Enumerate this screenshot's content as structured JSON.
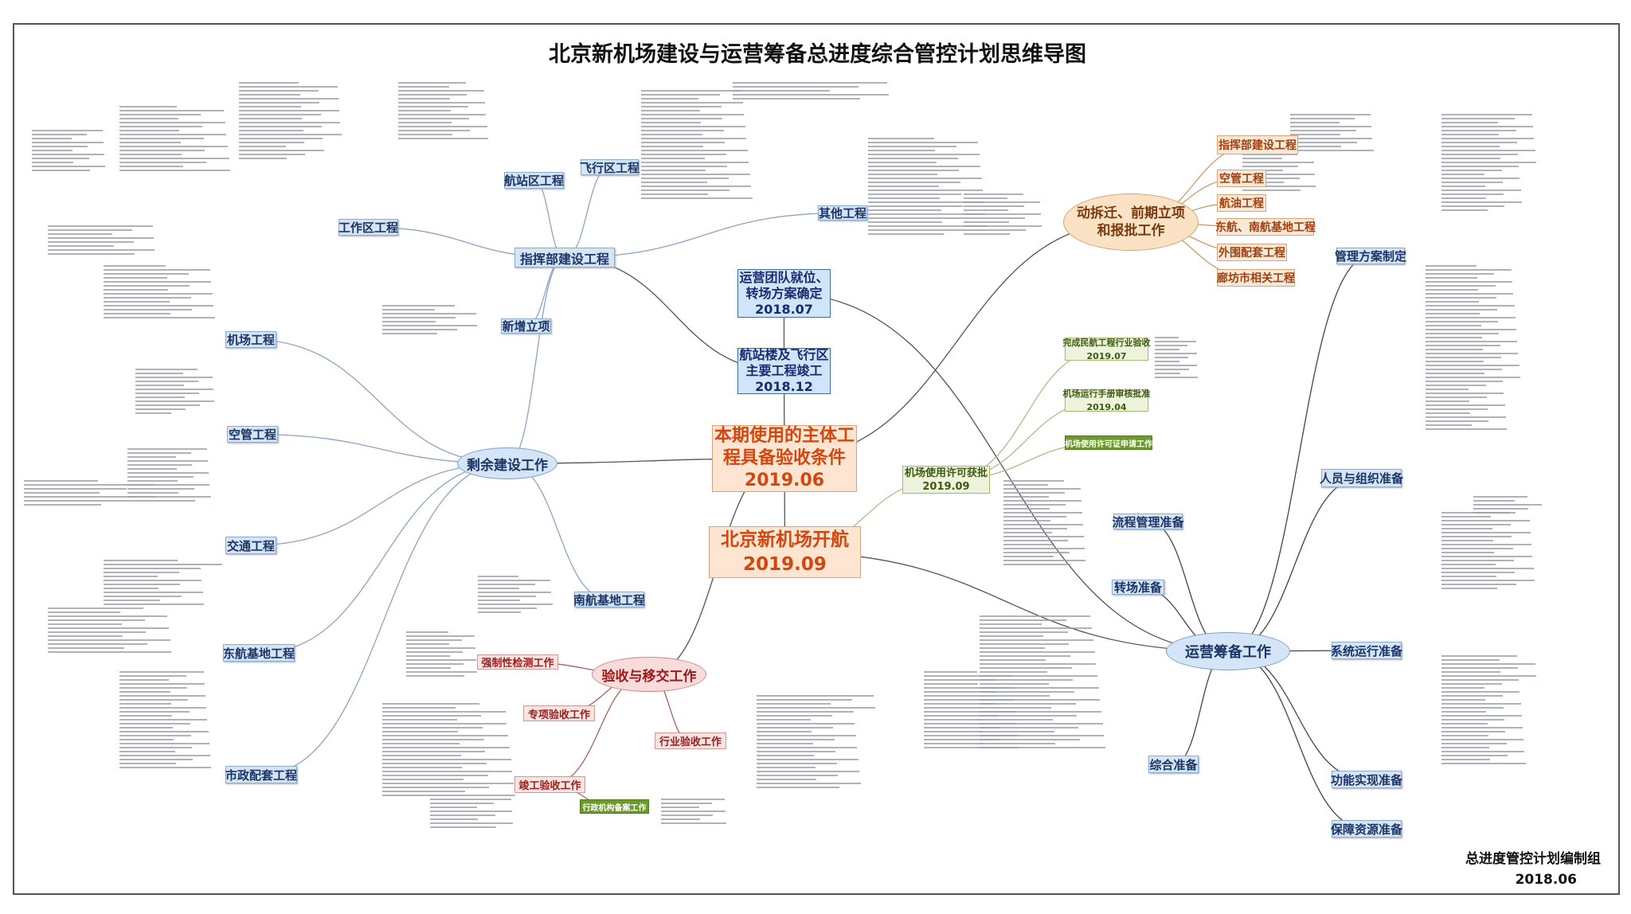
{
  "title": "北京新机场建设与运营筹备总进度综合管控计划思维导图",
  "milestones": {
    "team": {
      "line1": "运营团队就位、",
      "line2": "转场方案确定",
      "date": "2018.07"
    },
    "terminal": {
      "line1": "航站楼及飞行区",
      "line2": "主要工程竣工",
      "date": "2018.12"
    },
    "acceptance": {
      "line1": "本期使用的主体工",
      "line2": "程具备验收条件",
      "date": "2019.06"
    },
    "opening": {
      "line1": "北京新机场开航",
      "date": "2019.09"
    }
  },
  "construction": {
    "hub": "剩余建设工作",
    "hq": "指挥部建设工程",
    "terminal_area": "航站区工程",
    "airfield": "飞行区工程",
    "work_area": "工作区工程",
    "other": "其他工程",
    "new_project": "新增立项",
    "airport_eng": "机场工程",
    "atc": "空管工程",
    "traffic": "交通工程",
    "csa_base": "南航基地工程",
    "cea_base": "东航基地工程",
    "municipal": "市政配套工程"
  },
  "preliminary": {
    "hub_line1": "动拆迁、前期立项",
    "hub_line2": "和报批工作",
    "items": [
      "指挥部建设工程",
      "空管工程",
      "航油工程",
      "东航、南航基地工程",
      "外围配套工程",
      "廊坊市相关工程"
    ]
  },
  "permits": {
    "industry_acceptance": {
      "label": "完成民航工程行业验收",
      "date": "2019.07"
    },
    "manual": {
      "label": "机场运行手册审核批准",
      "date": "2019.04"
    },
    "license_apply": "机场使用许可证申请工作",
    "license_granted": {
      "label": "机场使用许可获批",
      "date": "2019.09"
    }
  },
  "operations": {
    "hub": "运营筹备工作",
    "plan": "管理方案制定",
    "people": "人员与组织准备",
    "process": "流程管理准备",
    "transition": "转场准备",
    "system": "系统运行准备",
    "general": "综合准备",
    "function": "功能实现准备",
    "resources": "保障资源准备"
  },
  "handover": {
    "hub": "验收与移交工作",
    "mandatory": "强制性检测工作",
    "special": "专项验收工作",
    "industry": "行业验收工作",
    "completion": "竣工验收工作",
    "filing": "行政机构备案工作"
  },
  "footer": {
    "org": "总进度管控计划编制组",
    "date": "2018.06"
  }
}
